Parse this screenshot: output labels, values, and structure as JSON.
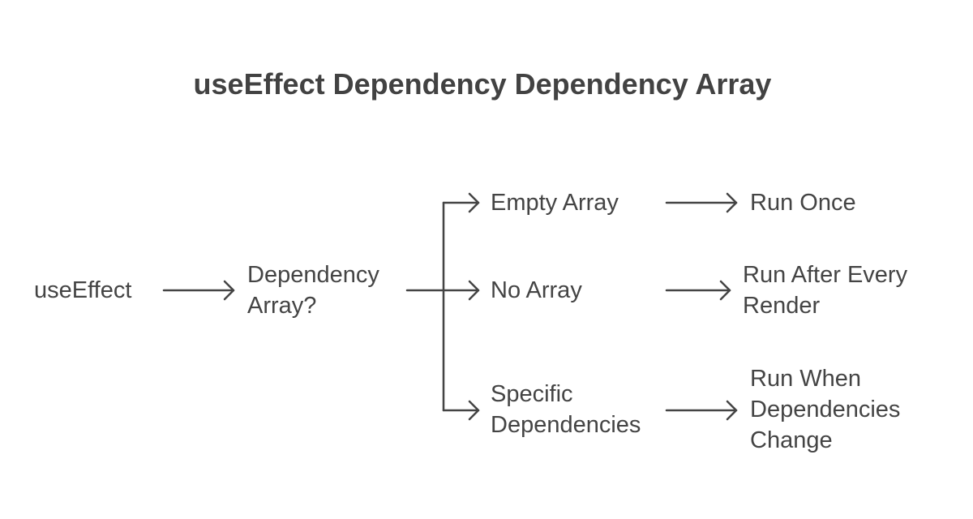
{
  "title": "useEffect Dependency Dependency\nArray",
  "nodes": {
    "start": "useEffect",
    "decision": "Dependency\nArray?",
    "empty_array": "Empty Array",
    "no_array": "No Array",
    "specific": "Specific\nDependencies",
    "run_once": "Run Once",
    "run_every": "Run After Every\nRender",
    "run_when": "Run When\nDependencies\nChange"
  },
  "colors": {
    "text": "#444444",
    "title": "#424242",
    "connector": "#444444",
    "background": "#ffffff"
  }
}
